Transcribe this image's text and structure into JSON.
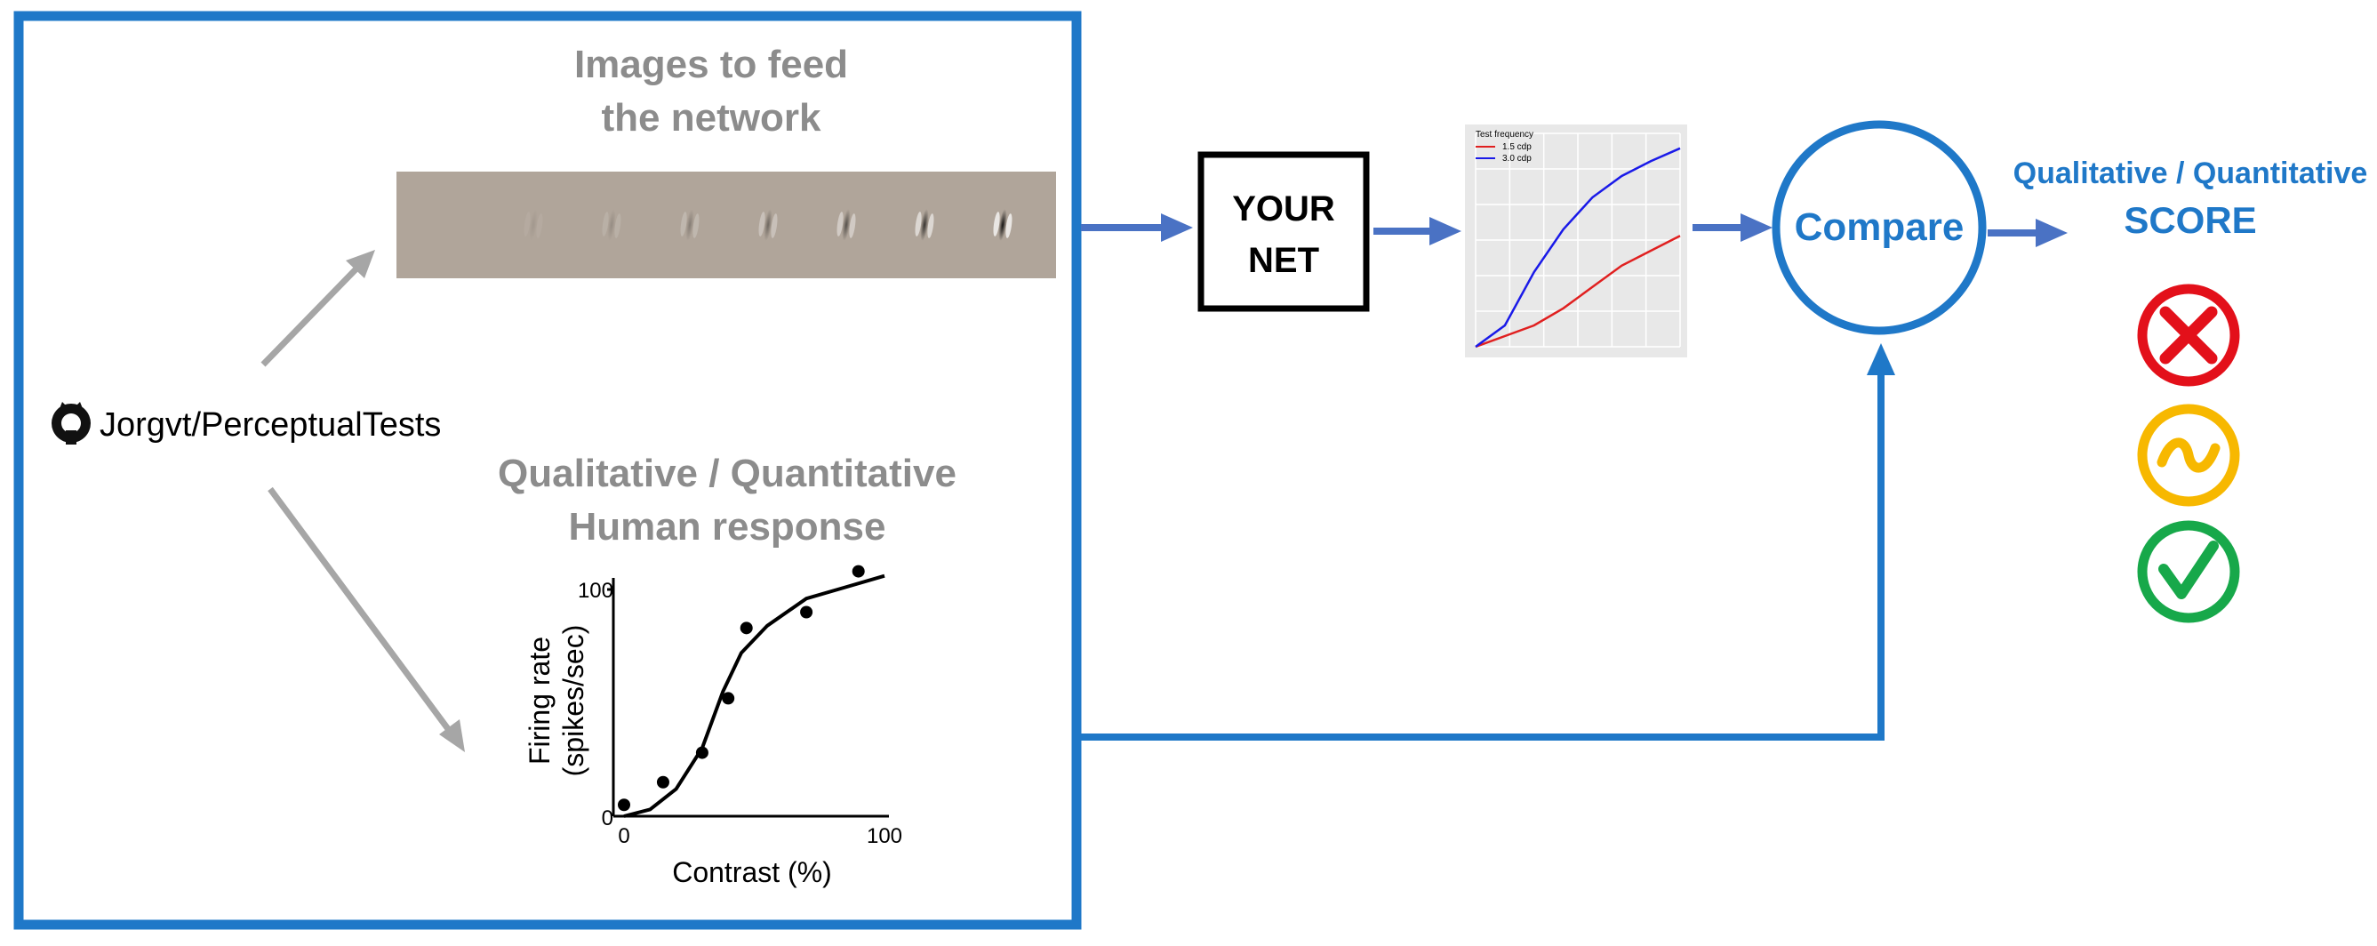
{
  "colors": {
    "frame_blue": "#1f78c8",
    "arrow_blue": "#4a72c4",
    "label_gray": "#8c8c8c",
    "arrow_gray": "#a6a6a6",
    "strip_bg": "#b0a59a",
    "red": "#e3101a",
    "yellow": "#f7b800",
    "green": "#17a84a",
    "line_red": "#e02020",
    "line_blue": "#1a1ae8"
  },
  "images_label": {
    "line1": "Images to feed",
    "line2": "the network"
  },
  "human_label": {
    "line1": "Qualitative / Quantitative",
    "line2": "Human response"
  },
  "repo": {
    "icon": "github-icon",
    "text": "Jorgvt/PerceptualTests"
  },
  "net_box": {
    "line1": "YOUR",
    "line2": "NET"
  },
  "compare_label": "Compare",
  "score_label": {
    "line1": "Qualitative / Quantitative",
    "line2": "SCORE"
  },
  "score_icons": [
    "fail-x-icon",
    "approximate-tilde-icon",
    "pass-check-icon"
  ],
  "gabor_contrasts": [
    0.08,
    0.15,
    0.25,
    0.38,
    0.52,
    0.7,
    0.9
  ],
  "net_chart": {
    "type": "line",
    "legend_title": "Test frequency",
    "series": [
      {
        "name": "1.5 cdp",
        "color": "#e02020",
        "values": [
          0.0,
          0.05,
          0.1,
          0.18,
          0.28,
          0.38,
          0.45,
          0.52
        ]
      },
      {
        "name": "3.0 cdp",
        "color": "#1a1ae8",
        "values": [
          0.0,
          0.1,
          0.35,
          0.55,
          0.7,
          0.8,
          0.87,
          0.93
        ]
      }
    ]
  },
  "chart_data": {
    "type": "scatter",
    "title": "",
    "xlabel": "Contrast (%)",
    "ylabel_line1": "Firing rate",
    "ylabel_line2": "(spikes/sec)",
    "xlim": [
      0,
      100
    ],
    "ylim": [
      0,
      100
    ],
    "x_ticks": [
      "0",
      "100"
    ],
    "y_ticks": [
      "0",
      "100"
    ],
    "points": [
      {
        "x": 0,
        "y": 5
      },
      {
        "x": 15,
        "y": 15
      },
      {
        "x": 30,
        "y": 28
      },
      {
        "x": 40,
        "y": 52
      },
      {
        "x": 47,
        "y": 83
      },
      {
        "x": 70,
        "y": 90
      },
      {
        "x": 90,
        "y": 108
      }
    ],
    "fit_curve": [
      [
        0,
        0
      ],
      [
        10,
        3
      ],
      [
        20,
        12
      ],
      [
        30,
        30
      ],
      [
        38,
        55
      ],
      [
        45,
        72
      ],
      [
        55,
        84
      ],
      [
        70,
        96
      ],
      [
        85,
        101
      ],
      [
        100,
        106
      ]
    ]
  }
}
